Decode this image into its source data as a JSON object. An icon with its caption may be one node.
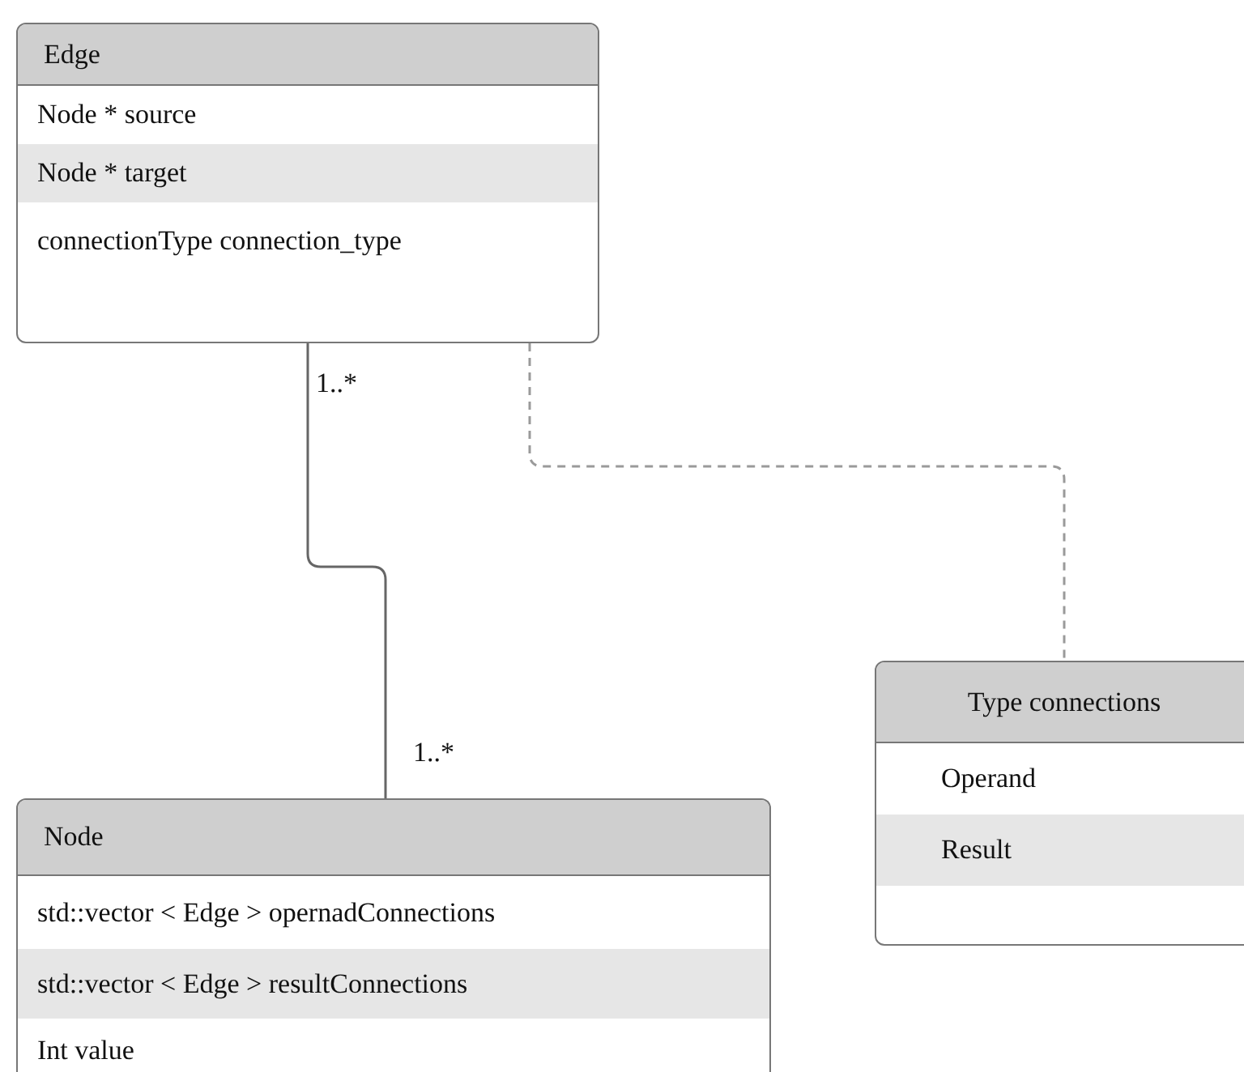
{
  "diagram": {
    "nodes": [
      {
        "text": [
          "Edge",
          "Node * source",
          "Node * target",
          "connectionType connection_type"
        ]
      },
      {
        "text": [
          "Node",
          "std::vector < Edge > opernadConnections",
          "std::vector < Edge > resultConnections",
          "Int value"
        ]
      },
      {
        "text": [
          "Type connections",
          "Operand",
          "Result"
        ]
      }
    ],
    "edges": [
      {
        "from": 0,
        "to": 1,
        "arrow": "none"
      },
      {
        "from": 0,
        "to": 2,
        "arrow": "none",
        "style": "dashed"
      }
    ],
    "labels": [
      "1..*",
      "1..*"
    ]
  }
}
